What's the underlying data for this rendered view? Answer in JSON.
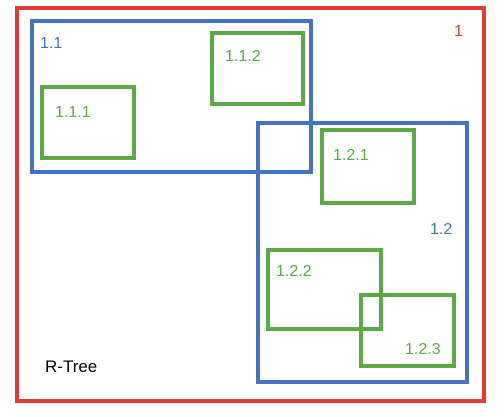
{
  "colors": {
    "root": "#e53935",
    "level1": "#4472c4",
    "level2": "#5aaa46",
    "caption": "#000000"
  },
  "caption": "R-Tree",
  "rectangles": {
    "r1": {
      "label": "1",
      "level": "root"
    },
    "r1_1": {
      "label": "1.1",
      "level": "level1"
    },
    "r1_2": {
      "label": "1.2",
      "level": "level1"
    },
    "r1_1_1": {
      "label": "1.1.1",
      "level": "level2"
    },
    "r1_1_2": {
      "label": "1.1.2",
      "level": "level2"
    },
    "r1_2_1": {
      "label": "1.2.1",
      "level": "level2"
    },
    "r1_2_2": {
      "label": "1.2.2",
      "level": "level2"
    },
    "r1_2_3": {
      "label": "1.2.3",
      "level": "level2"
    }
  }
}
